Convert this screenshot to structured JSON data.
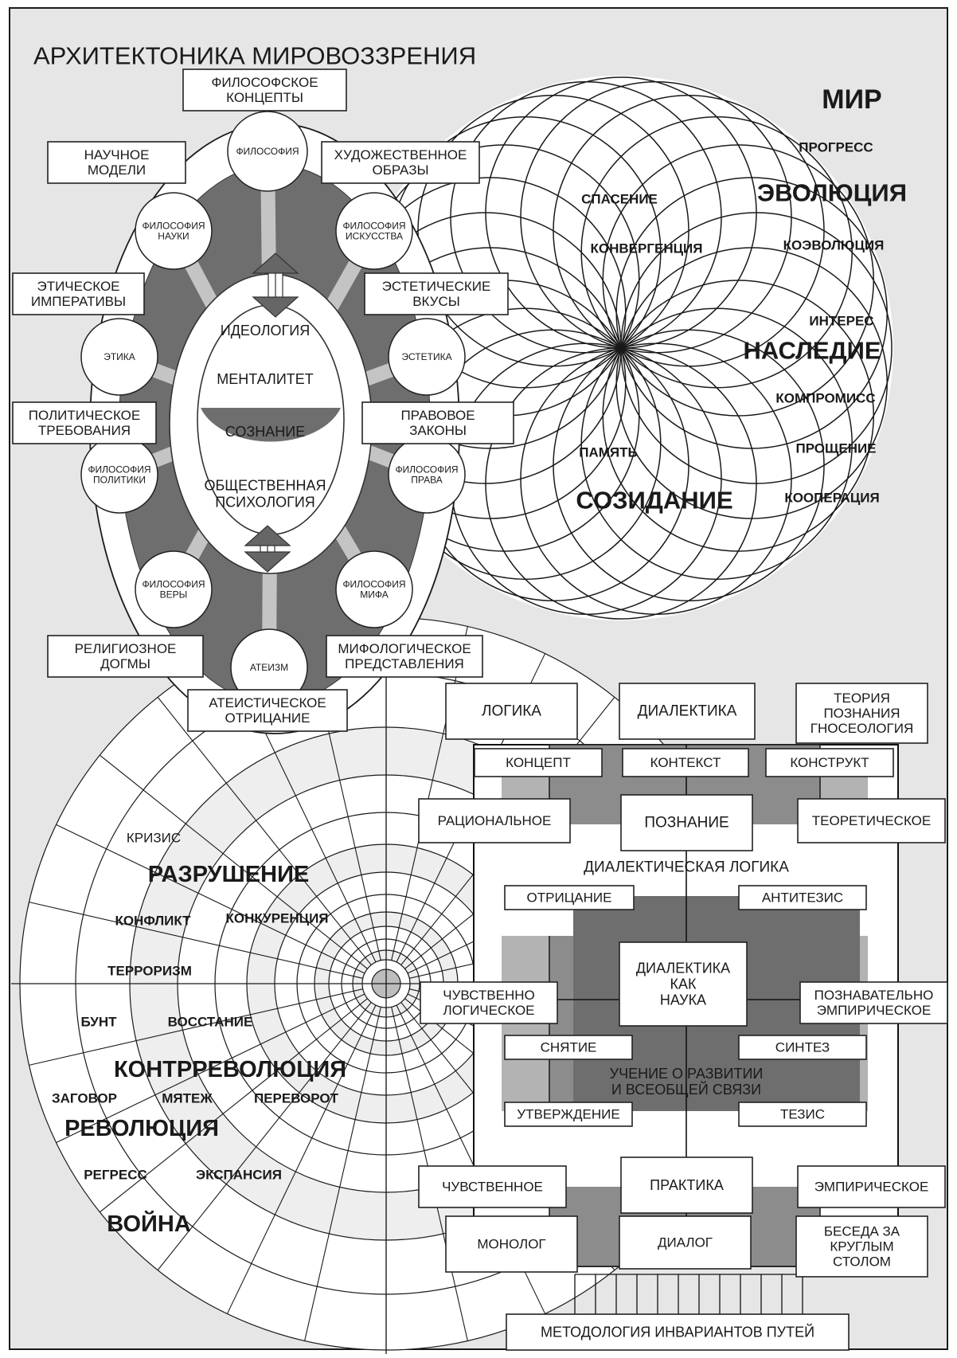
{
  "title": "АРХИТЕКТОНИКА МИРОВОЗЗРЕНИЯ",
  "oval": {
    "top_box": [
      "ФИЛОСОФСКОЕ",
      "КОНЦЕПТЫ"
    ],
    "circles": {
      "philosophy": "ФИЛОСОФИЯ",
      "phil_science": [
        "ФИЛОСОФИЯ",
        "НАУКИ"
      ],
      "phil_art": [
        "ФИЛОСОФИЯ",
        "ИСКУССТВА"
      ],
      "ethics": "ЭТИКА",
      "aesthetics": "ЭСТЕТИКА",
      "phil_politics": [
        "ФИЛОСОФИЯ",
        "ПОЛИТИКИ"
      ],
      "phil_law": [
        "ФИЛОСОФИЯ",
        "ПРАВА"
      ],
      "phil_faith": [
        "ФИЛОСОФИЯ",
        "ВЕРЫ"
      ],
      "phil_myth": [
        "ФИЛОСОФИЯ",
        "МИФА"
      ],
      "atheism": "АТЕИЗМ"
    },
    "boxes": {
      "sci": [
        "НАУЧНОЕ",
        "МОДЕЛИ"
      ],
      "art": [
        "ХУДОЖЕСТВЕННОЕ",
        "ОБРАЗЫ"
      ],
      "ethic": [
        "ЭТИЧЕСКОЕ",
        "ИМПЕРАТИВЫ"
      ],
      "aesth": [
        "ЭСТЕТИЧЕСКИЕ",
        "ВКУСЫ"
      ],
      "polit": [
        "ПОЛИТИЧЕСКОЕ",
        "ТРЕБОВАНИЯ"
      ],
      "law": [
        "ПРАВОВОЕ",
        "ЗАКОНЫ"
      ],
      "relig": [
        "РЕЛИГИОЗНОЕ",
        "ДОГМЫ"
      ],
      "myth": [
        "МИФОЛОГИЧЕСКОЕ",
        "ПРЕДСТАВЛЕНИЯ"
      ],
      "athe": [
        "АТЕИСТИЧЕСКОЕ",
        "ОТРИЦАНИЕ"
      ]
    },
    "inner": {
      "ideology": "ИДЕОЛОГИЯ",
      "mentality": "МЕНТАЛИТЕТ",
      "consciousness": "СОЗНАНИЕ",
      "social_psych": [
        "ОБЩЕСТВЕННАЯ",
        "ПСИХОЛОГИЯ"
      ]
    }
  },
  "rosette": {
    "words": [
      {
        "id": "mir",
        "text": "МИР",
        "size": 34
      },
      {
        "id": "progress",
        "text": "ПРОГРЕСС",
        "size": 17
      },
      {
        "id": "evol",
        "text": "ЭВОЛЮЦИЯ",
        "size": 31
      },
      {
        "id": "spas",
        "text": "СПАСЕНИЕ",
        "size": 17
      },
      {
        "id": "konv",
        "text": "КОНВЕРГЕНЦИЯ",
        "size": 17
      },
      {
        "id": "koev",
        "text": "КОЭВОЛЮЦИЯ",
        "size": 17
      },
      {
        "id": "inter",
        "text": "ИНТЕРЕС",
        "size": 17
      },
      {
        "id": "nasl",
        "text": "НАСЛЕДИЕ",
        "size": 31
      },
      {
        "id": "komp",
        "text": "КОМПРОМИСС",
        "size": 17
      },
      {
        "id": "pamyat",
        "text": "ПАМЯТЬ",
        "size": 17
      },
      {
        "id": "proshch",
        "text": "ПРОЩЕНИЕ",
        "size": 17
      },
      {
        "id": "sozid",
        "text": "СОЗИДАНИЕ",
        "size": 31
      },
      {
        "id": "koop",
        "text": "КООПЕРАЦИЯ",
        "size": 17
      }
    ]
  },
  "web": {
    "words": [
      {
        "id": "krizis",
        "text": "КРИЗИС",
        "size": 17,
        "bold": false
      },
      {
        "id": "razr",
        "text": "РАЗРУШЕНИЕ",
        "size": 29,
        "bold": true
      },
      {
        "id": "konfl",
        "text": "КОНФЛИКТ",
        "size": 17,
        "bold": true
      },
      {
        "id": "konk",
        "text": "КОНКУРЕНЦИЯ",
        "size": 17,
        "bold": true
      },
      {
        "id": "terr",
        "text": "ТЕРРОРИЗМ",
        "size": 17,
        "bold": true
      },
      {
        "id": "bunt",
        "text": "БУНТ",
        "size": 17,
        "bold": true
      },
      {
        "id": "vosst",
        "text": "ВОССТАНИЕ",
        "size": 17,
        "bold": true
      },
      {
        "id": "kontr",
        "text": "КОНТРРЕВОЛЮЦИЯ",
        "size": 29,
        "bold": true
      },
      {
        "id": "zagov",
        "text": "ЗАГОВОР",
        "size": 17,
        "bold": true
      },
      {
        "id": "myat",
        "text": "МЯТЕЖ",
        "size": 17,
        "bold": true
      },
      {
        "id": "perev",
        "text": "ПЕРЕВОРОТ",
        "size": 17,
        "bold": true
      },
      {
        "id": "revol",
        "text": "РЕВОЛЮЦИЯ",
        "size": 29,
        "bold": true
      },
      {
        "id": "regr",
        "text": "РЕГРЕСС",
        "size": 17,
        "bold": true
      },
      {
        "id": "exp",
        "text": "ЭКСПАНСИЯ",
        "size": 17,
        "bold": true
      },
      {
        "id": "voina",
        "text": "ВОЙНА",
        "size": 29,
        "bold": true
      }
    ]
  },
  "grid": {
    "logic": "ЛОГИКА",
    "dialectics": "ДИАЛЕКТИКА",
    "theory": [
      "ТЕОРИЯ",
      "ПОЗНАНИЯ",
      "ГНОСЕОЛОГИЯ"
    ],
    "concept": "КОНЦЕПТ",
    "context": "КОНТЕКСТ",
    "construct": "КОНСТРУКТ",
    "rational": "РАЦИОНАЛЬНОЕ",
    "cognition": "ПОЗНАНИЕ",
    "theoretical": "ТЕОРЕТИЧЕСКОЕ",
    "dial_logic": "ДИАЛЕКТИЧЕСКАЯ ЛОГИКА",
    "negation": "ОТРИЦАНИЕ",
    "antithesis": "АНТИТЕЗИС",
    "dial_science": [
      "ДИАЛЕКТИКА",
      "КАК",
      "НАУКА"
    ],
    "sens_logic": [
      "ЧУВСТВЕННО",
      "ЛОГИЧЕСКОЕ"
    ],
    "cogn_emp": [
      "ПОЗНАВАТЕЛЬНО",
      "ЭМПИРИЧЕСКОЕ"
    ],
    "sublation": "СНЯТИЕ",
    "synthesis": "СИНТЕЗ",
    "teaching": [
      "УЧЕНИЕ О РАЗВИТИИ",
      "И ВСЕОБЩЕЙ СВЯЗИ"
    ],
    "affirmation": "УТВЕРЖДЕНИЕ",
    "thesis": "ТЕЗИС",
    "sensual": "ЧУВСТВЕННОЕ",
    "practice": "ПРАКТИКА",
    "empirical": "ЭМПИРИЧЕСКОЕ",
    "monologue": "МОНОЛОГ",
    "dialogue": "ДИАЛОГ",
    "round_table": [
      "БЕСЕДА ЗА",
      "КРУГЛЫМ",
      "СТОЛОМ"
    ],
    "methodology": "МЕТОДОЛОГИЯ ИНВАРИАНТОВ ПУТЕЙ"
  }
}
